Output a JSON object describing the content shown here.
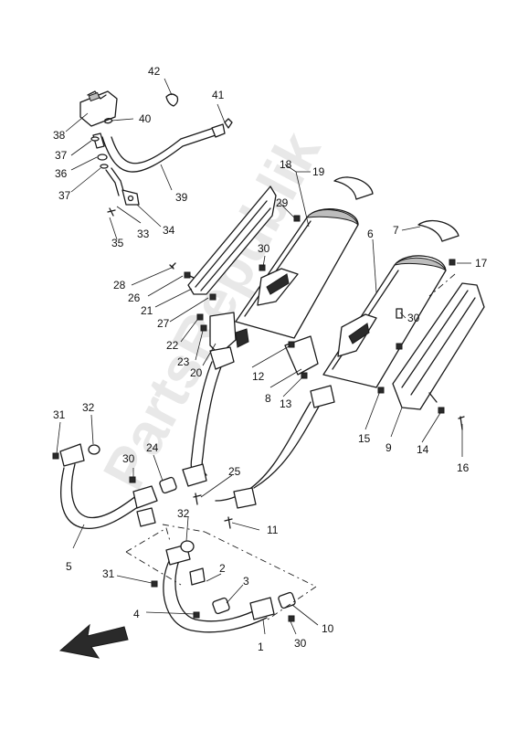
{
  "watermark": "PartsRepublik",
  "callouts": [
    "1",
    "2",
    "3",
    "4",
    "5",
    "6",
    "7",
    "8",
    "9",
    "10",
    "11",
    "12",
    "13",
    "14",
    "15",
    "16",
    "17",
    "18",
    "19",
    "20",
    "21",
    "22",
    "23",
    "24",
    "25",
    "26",
    "27",
    "28",
    "29",
    "30",
    "31",
    "32",
    "33",
    "34",
    "35",
    "36",
    "37",
    "38",
    "39",
    "40",
    "41",
    "42"
  ],
  "orientation": "front-arrow"
}
